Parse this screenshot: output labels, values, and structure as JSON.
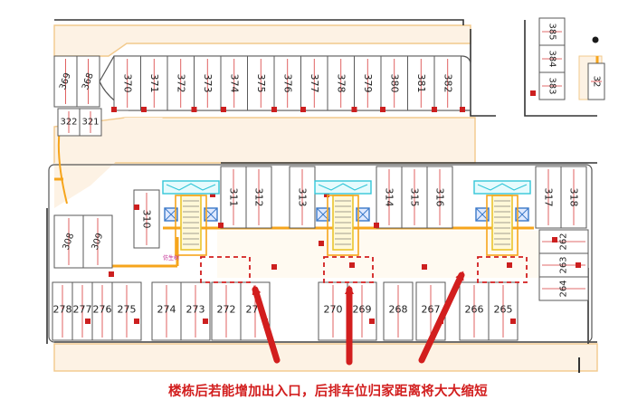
{
  "caption": "楼栋后若能增加出入口，后排车位归家距离将大大缩短",
  "colors": {
    "annotation": "#d21e1e",
    "road_fill": "#fdf2e4",
    "road_edge": "#f2c98c",
    "stall_line": "#5a5a5a",
    "stall_divider": "#d83a3a",
    "column": "#cc1f1f",
    "corridor": "#f6a51c",
    "stair": "#e9c52e",
    "elevator": "#3a78c8",
    "shaft": "#34c6d8"
  },
  "icons": [
    "stair-core-icon",
    "elevator-icon",
    "pointer-arrow-icon",
    "proposed-entrance-marker"
  ],
  "stalls": {
    "top_row": [
      "370",
      "371",
      "372",
      "373",
      "374",
      "375",
      "376",
      "377",
      "378",
      "379",
      "380",
      "381",
      "382"
    ],
    "left_upper": [
      "369",
      "368",
      "322",
      "321"
    ],
    "left_mid": [
      "308",
      "309"
    ],
    "upper_right_col": [
      "385",
      "384",
      "383"
    ],
    "upper_right_edge": "32",
    "middle_row_a": [
      "311",
      "312"
    ],
    "middle_row_b": [
      "313"
    ],
    "middle_row_c": [
      "314",
      "315",
      "316"
    ],
    "middle_row_d": [
      "317",
      "318"
    ],
    "single_310": "310",
    "right_column": [
      "262",
      "263",
      "264"
    ],
    "bottom_row": [
      "278",
      "277",
      "276",
      "275",
      "274",
      "273",
      "272",
      "271",
      "270",
      "269",
      "268",
      "267",
      "266",
      "265"
    ]
  },
  "small_label": "仿生树"
}
